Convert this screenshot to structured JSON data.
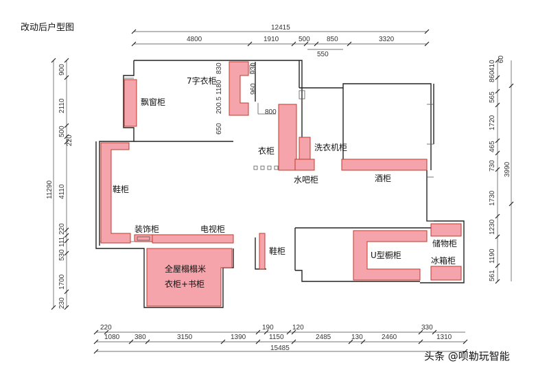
{
  "title": "改动后户型图",
  "labels": {
    "bay_window": "飘窗柜",
    "l_wardrobe": "7字衣柜",
    "wardrobe": "衣柜",
    "washer": "洗衣机柜",
    "water_bar": "水吧柜",
    "wine": "酒柜",
    "shoe_left": "鞋柜",
    "decor": "装饰柜",
    "tv": "电视柜",
    "tatami_1": "全屋榻榻米",
    "tatami_2": "衣柜+书柜",
    "shoe_mid": "鞋柜",
    "u_cabinet": "U型橱柜",
    "storage": "储物柜",
    "fridge": "冰箱柜"
  },
  "dims": {
    "top_total": "12415",
    "top": [
      "4800",
      "1910",
      "500",
      "850",
      "3320"
    ],
    "top_sub": "550",
    "left_total": "11290",
    "left": [
      "900",
      "2110",
      "500",
      "220",
      "4110",
      "220",
      "111",
      "530",
      "1700",
      "230"
    ],
    "right_total": "3990",
    "right": [
      "410",
      "60",
      "860",
      "565",
      "1720",
      "465",
      "730",
      "1730",
      "1230",
      "1190",
      "561"
    ],
    "bottom_total": "15485",
    "bottom": [
      "1080",
      "380",
      "3150",
      "1390",
      "1150",
      "2485",
      "130",
      "2460",
      "1310"
    ],
    "bottom_top": [
      "220",
      "190",
      "120",
      "330"
    ],
    "inner": [
      "830",
      "1180",
      "930",
      "960",
      "200.5",
      "800",
      "650"
    ]
  },
  "watermark": "头条 @呗勒玩智能",
  "colors": {
    "cabinet_fill": "#f4a4aa",
    "cabinet_stroke": "#c0392b"
  }
}
